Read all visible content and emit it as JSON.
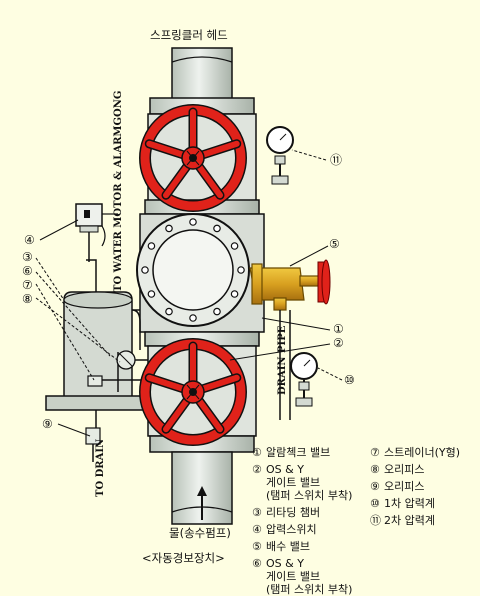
{
  "diagram": {
    "top_label": "스프링클러 헤드",
    "bottom_label": "물(송수펌프)",
    "caption": "<자동경보장치>",
    "vertical_labels": {
      "motor": "TO WATER MOTOR & ALARMGONG",
      "drain_left": "TO DRAIN",
      "drain_pipe": "DRAIN PIPE"
    },
    "callouts": [
      "④",
      "③",
      "⑥",
      "⑦",
      "⑧",
      "⑤",
      "①",
      "②",
      "⑨",
      "⑩",
      "⑪"
    ],
    "legend_left": [
      {
        "num": "①",
        "lines": [
          "알람첵크 밸브"
        ]
      },
      {
        "num": "②",
        "lines": [
          "OS & Y",
          "게이트 밸브",
          "(탬퍼 스위치 부착)"
        ]
      },
      {
        "num": "③",
        "lines": [
          "리타딩 챔버"
        ]
      },
      {
        "num": "④",
        "lines": [
          "압력스위치"
        ]
      },
      {
        "num": "⑤",
        "lines": [
          "배수 밸브"
        ]
      },
      {
        "num": "⑥",
        "lines": [
          "OS & Y",
          "게이트 밸브",
          "(탬퍼 스위치 부착)"
        ]
      }
    ],
    "legend_right": [
      {
        "num": "⑦",
        "lines": [
          "스트레이너(Y형)"
        ]
      },
      {
        "num": "⑧",
        "lines": [
          "오리피스"
        ]
      },
      {
        "num": "⑨",
        "lines": [
          "오리피스"
        ]
      },
      {
        "num": "⑩",
        "lines": [
          "1차 압력계"
        ]
      },
      {
        "num": "⑪",
        "lines": [
          "2차 압력계"
        ]
      }
    ],
    "colors": {
      "background": "#fefee2",
      "handwheel": "#e0221a",
      "valve_body": "#c8a020",
      "pipe": "#d8e0d8",
      "outline": "#111111"
    }
  }
}
